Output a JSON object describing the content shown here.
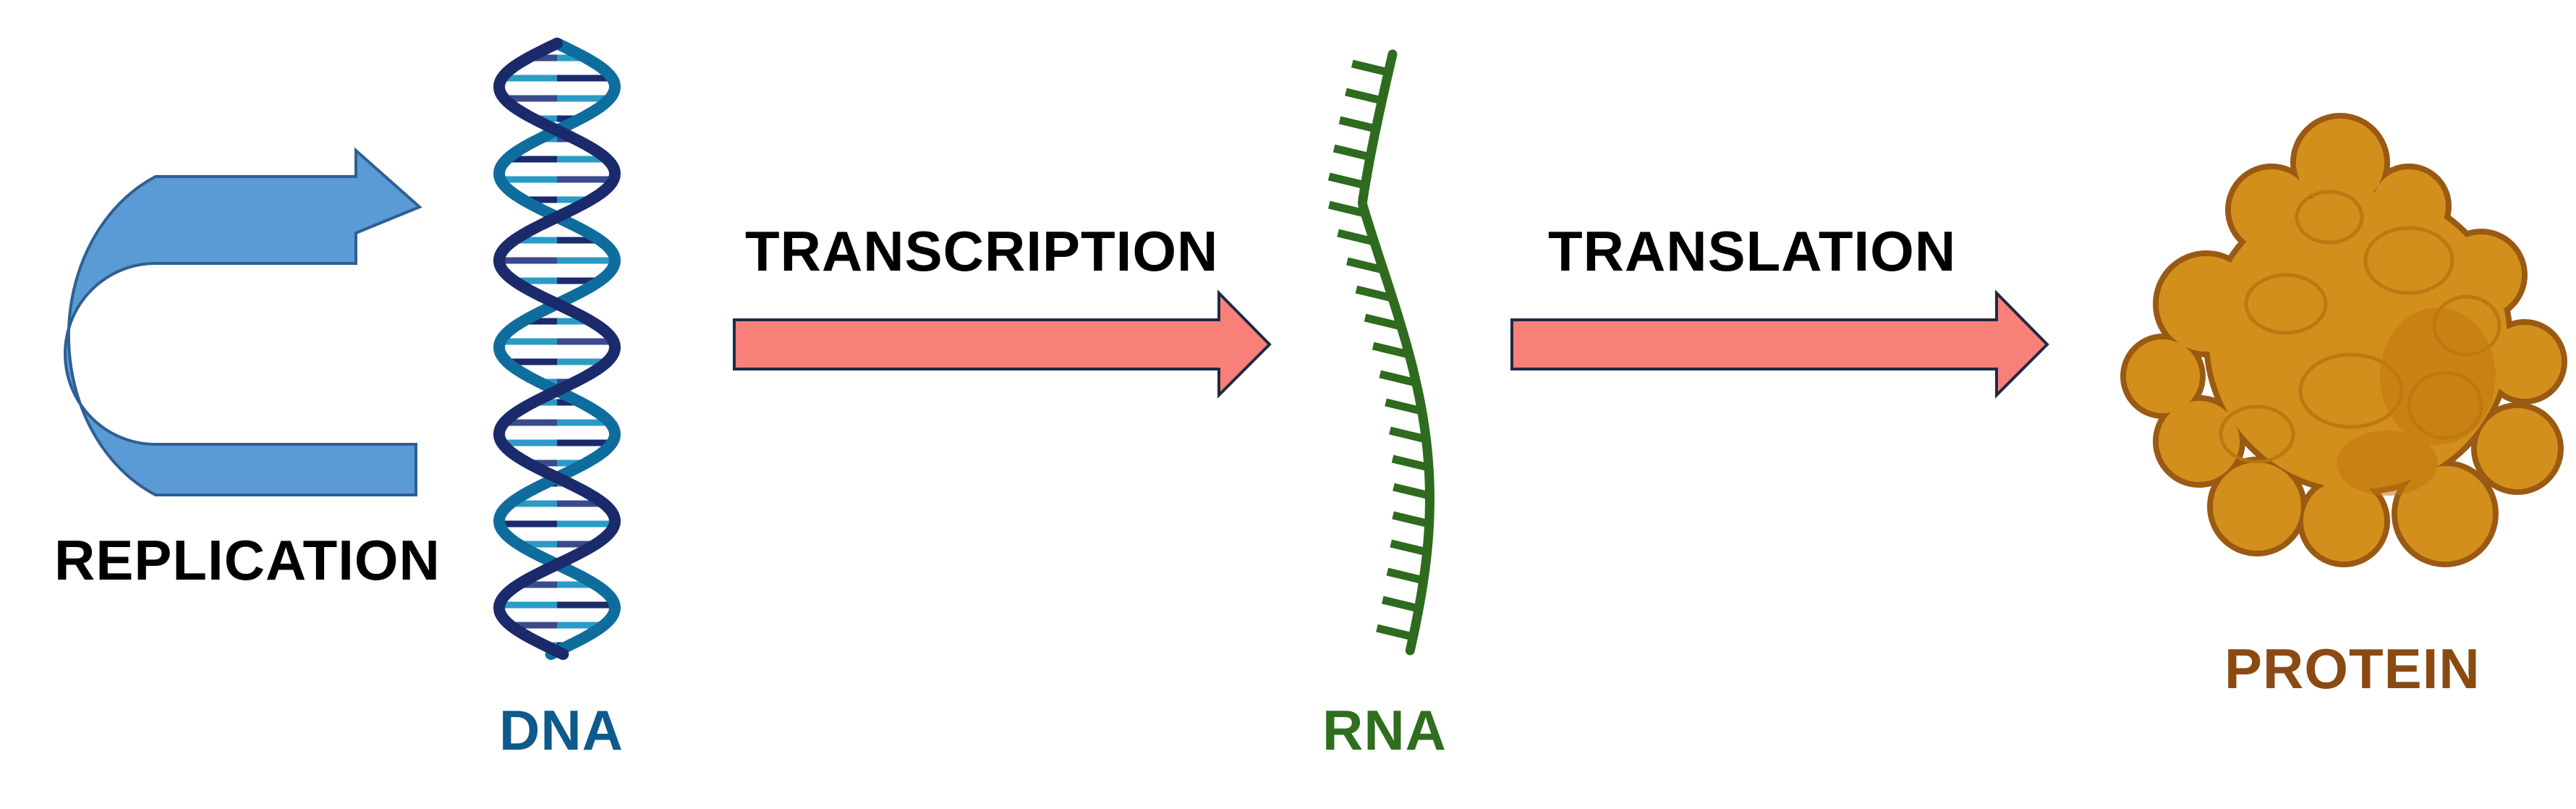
{
  "labels": {
    "replication": "REPLICATION",
    "transcription": "TRANSCRIPTION",
    "translation": "TRANSLATION",
    "dna": "DNA",
    "rna": "RNA",
    "protein": "PROTEIN"
  },
  "colors": {
    "process_text": "#000000",
    "dna_text": "#0d5a8c",
    "rna_text": "#2f6e1e",
    "protein_text": "#8a4a12",
    "replication_arrow": "#5b9bd5",
    "replication_arrow_border": "#2e5f92",
    "flow_arrow": "#f88079",
    "flow_arrow_border": "#1f2a44",
    "dna_strand_dark": "#1b2a6b",
    "dna_strand_light": "#0f6d9e",
    "dna_base_light": "#2a9bc4",
    "rna_strand": "#2e6b1e",
    "protein_fill": "#d38f1c",
    "protein_edge": "#9a5a12"
  },
  "icons": {
    "replication": "u-turn-arrow-icon",
    "transcription": "right-arrow-icon",
    "translation": "right-arrow-icon",
    "dna": "dna-double-helix-icon",
    "rna": "rna-strand-icon",
    "protein": "protein-blob-icon"
  }
}
